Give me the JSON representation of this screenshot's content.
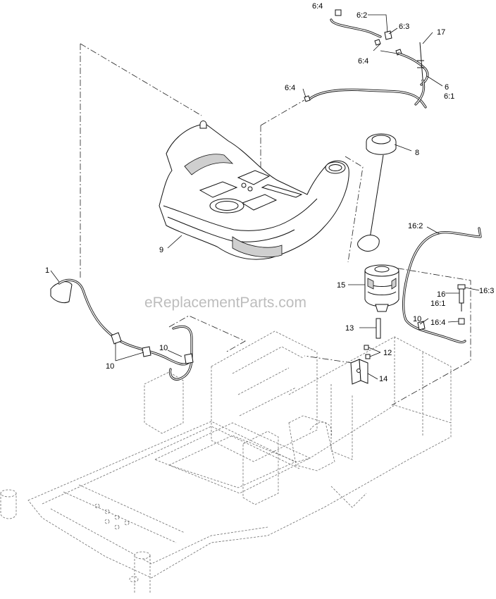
{
  "watermark": "eReplacementParts.com",
  "callouts": {
    "c6_4_top": "6:4",
    "c6_2": "6:2",
    "c6_3": "6:3",
    "c17": "17",
    "c6_4_pair": "6:4",
    "c6_4_left": "6:4",
    "c6": "6",
    "c6_1": "6:1",
    "c8": "8",
    "c9": "9",
    "c16_2": "16:2",
    "c1": "1",
    "c15": "15",
    "c16": "16",
    "c16_3": "16:3",
    "c16_1": "16:1",
    "c13": "13",
    "c16_4": "16:4",
    "c10_right": "10",
    "c10_mid": "10",
    "c10_left": "10",
    "c12": "12",
    "c14": "14"
  }
}
